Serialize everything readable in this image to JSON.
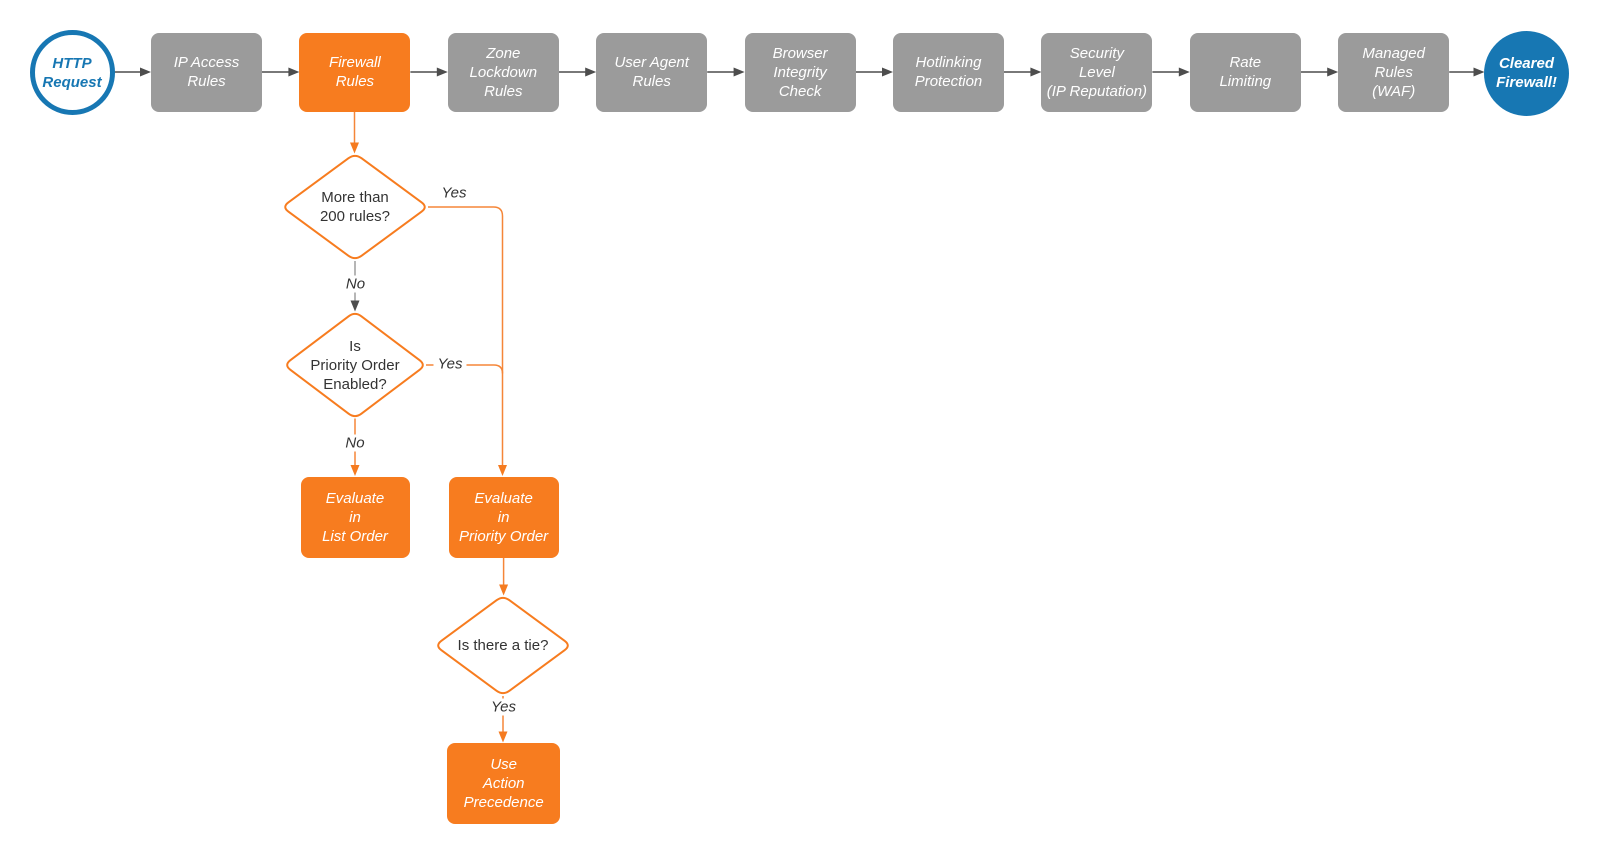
{
  "colors": {
    "box_orange": "#f77c1f",
    "box_gray": "#9b9b9b",
    "blue": "#1777b3",
    "connector_gray": "#4d4d4d",
    "connector_light_gray": "#9e9e9e",
    "connector_orange": "#f58638",
    "text_dark": "#333333",
    "text_white": "#ffffff"
  },
  "nodes": {
    "start": {
      "label": "HTTP\nRequest",
      "type": "terminator-circle"
    },
    "ip_access_rules": {
      "label": "IP Access\nRules",
      "type": "process"
    },
    "firewall_rules": {
      "label": "Firewall\nRules",
      "type": "process-highlight"
    },
    "zone_lockdown_rules": {
      "label": "Zone\nLockdown\nRules",
      "type": "process"
    },
    "user_agent_rules": {
      "label": "User Agent\nRules",
      "type": "process"
    },
    "browser_integrity_check": {
      "label": "Browser\nIntegrity\nCheck",
      "type": "process"
    },
    "hotlinking_protection": {
      "label": "Hotlinking\nProtection",
      "type": "process"
    },
    "security_level": {
      "label": "Security\nLevel\n(IP Reputation)",
      "type": "process"
    },
    "rate_limiting": {
      "label": "Rate\nLimiting",
      "type": "process"
    },
    "managed_rules_waf": {
      "label": "Managed\nRules\n(WAF)",
      "type": "process"
    },
    "end": {
      "label": "Cleared\nFirewall!",
      "type": "terminator-circle"
    },
    "decision_more_than_200_rules": {
      "label": "More than\n200 rules?",
      "type": "decision"
    },
    "decision_priority_order_enabled": {
      "label": "Is\nPriority Order\nEnabled?",
      "type": "decision"
    },
    "decision_is_there_a_tie": {
      "label": "Is there a tie?",
      "type": "decision"
    },
    "evaluate_in_list_order": {
      "label": "Evaluate\nin\nList Order",
      "type": "process-highlight"
    },
    "evaluate_in_priority_order": {
      "label": "Evaluate\nin\nPriority Order",
      "type": "process-highlight"
    },
    "use_action_precedence": {
      "label": "Use\nAction\nPrecedence",
      "type": "process-highlight"
    }
  },
  "edge_labels": {
    "more_than_200_yes": "Yes",
    "more_than_200_no": "No",
    "priority_enabled_yes": "Yes",
    "priority_enabled_no": "No",
    "tie_yes": "Yes"
  }
}
